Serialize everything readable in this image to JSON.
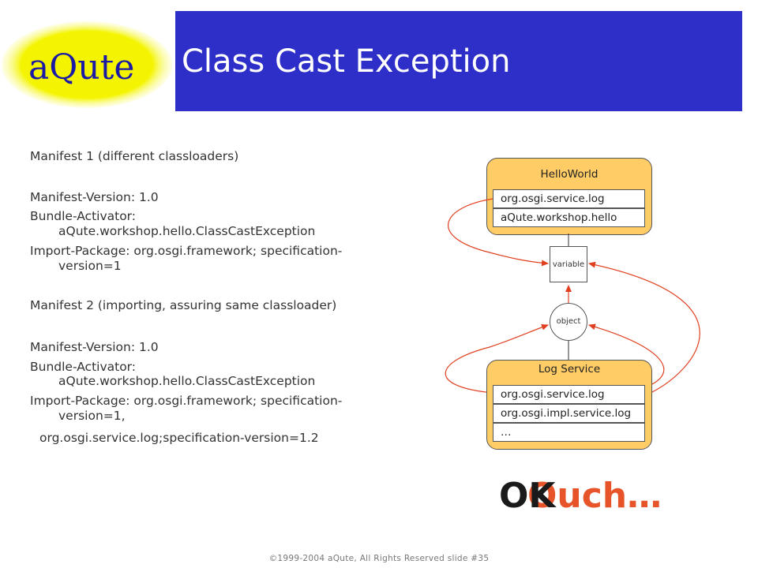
{
  "logo": {
    "text": "aQute",
    "highlight_color": "#f4f400"
  },
  "title": "Class Cast Exception",
  "left": {
    "m1_heading": "Manifest 1 (different classloaders)",
    "m1_version": "Manifest-Version: 1.0",
    "m1_activator": "Bundle-Activator:",
    "m1_activator_value": "aQute.workshop.hello.ClassCastException",
    "m1_import": "Import-Package: org.osgi.framework; specification-",
    "m1_import_cont": "version=1",
    "m2_heading": "Manifest 2 (importing, assuring same classloader)",
    "m2_version": "Manifest-Version: 1.0",
    "m2_activator": "Bundle-Activator:",
    "m2_activator_value": "aQute.workshop.hello.ClassCastException",
    "m2_import": "Import-Package: org.osgi.framework; specification-",
    "m2_import_cont": "version=1,",
    "m2_import_extra": "org.osgi.service.log;specification-version=1.2"
  },
  "diagram": {
    "hello_box": {
      "label": "HelloWorld",
      "packages": [
        "org.osgi.service.log",
        "aQute.workshop.hello"
      ]
    },
    "variable_label": "variable",
    "object_label": "object",
    "log_box": {
      "label": "Log Service",
      "packages": [
        "org.osgi.service.log",
        "org.osgi.impl.service.log",
        "…"
      ]
    },
    "box_color": "#ffcc66",
    "arrow_color": "#e04020"
  },
  "exclamation": {
    "ok": "OK",
    "ouch": "Ouch…",
    "ok_color": "#1a1a1a",
    "ouch_color": "#e8542a"
  },
  "footer": "©1999-2004 aQute, All Rights Reserved slide #35"
}
